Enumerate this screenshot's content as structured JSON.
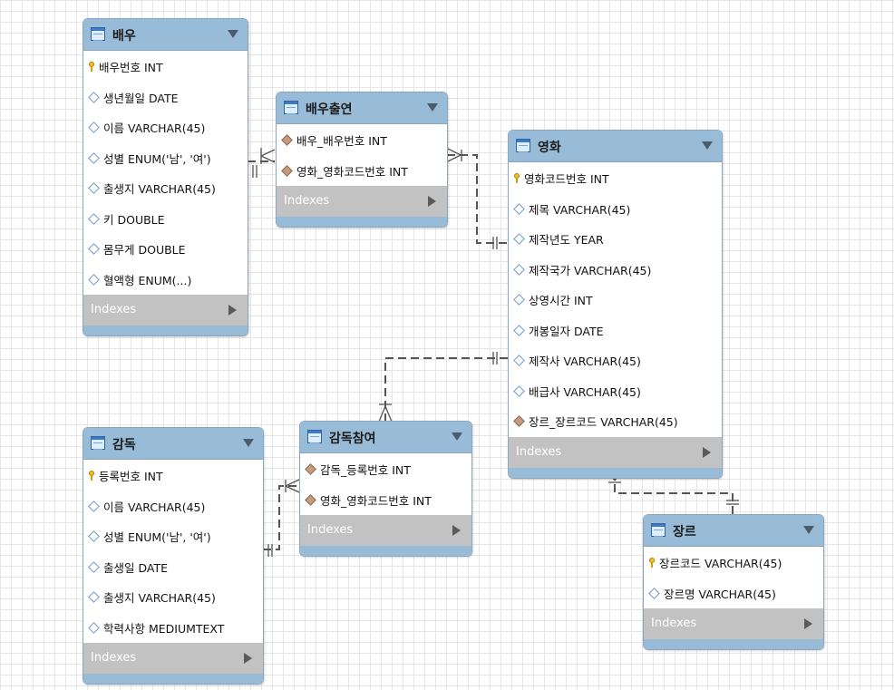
{
  "tables": {
    "actor": {
      "name": "배우",
      "columns": [
        {
          "icon": "key-icon",
          "text": "배우번호 INT"
        },
        {
          "icon": "attribute-icon",
          "text": "생년월일 DATE"
        },
        {
          "icon": "attribute-icon",
          "text": "이름 VARCHAR(45)"
        },
        {
          "icon": "attribute-icon",
          "text": "성별 ENUM('남', '여')"
        },
        {
          "icon": "attribute-icon",
          "text": "출생지 VARCHAR(45)"
        },
        {
          "icon": "attribute-icon",
          "text": "키 DOUBLE"
        },
        {
          "icon": "attribute-icon",
          "text": "몸무게 DOUBLE"
        },
        {
          "icon": "attribute-icon",
          "text": "혈액형 ENUM(...)"
        }
      ],
      "indexes_label": "Indexes"
    },
    "actor_appearance": {
      "name": "배우출연",
      "columns": [
        {
          "icon": "foreign-key-icon",
          "text": "배우_배우번호 INT"
        },
        {
          "icon": "foreign-key-icon",
          "text": "영화_영화코드번호 INT"
        }
      ],
      "indexes_label": "Indexes"
    },
    "movie": {
      "name": "영화",
      "columns": [
        {
          "icon": "key-icon",
          "text": "영화코드번호 INT"
        },
        {
          "icon": "attribute-icon",
          "text": "제목 VARCHAR(45)"
        },
        {
          "icon": "attribute-icon",
          "text": "제작년도 YEAR"
        },
        {
          "icon": "attribute-icon",
          "text": "제작국가 VARCHAR(45)"
        },
        {
          "icon": "attribute-icon",
          "text": "상영시간 INT"
        },
        {
          "icon": "attribute-icon",
          "text": "개봉일자 DATE"
        },
        {
          "icon": "attribute-icon",
          "text": "제작사 VARCHAR(45)"
        },
        {
          "icon": "attribute-icon",
          "text": "배급사 VARCHAR(45)"
        },
        {
          "icon": "foreign-key-icon",
          "text": "장르_장르코드 VARCHAR(45)"
        }
      ],
      "indexes_label": "Indexes"
    },
    "director": {
      "name": "감독",
      "columns": [
        {
          "icon": "key-icon",
          "text": "등록번호 INT"
        },
        {
          "icon": "attribute-icon",
          "text": "이름 VARCHAR(45)"
        },
        {
          "icon": "attribute-icon",
          "text": "성별 ENUM('남', '여')"
        },
        {
          "icon": "attribute-icon",
          "text": "출생일 DATE"
        },
        {
          "icon": "attribute-icon",
          "text": "출생지 VARCHAR(45)"
        },
        {
          "icon": "attribute-icon",
          "text": "학력사항 MEDIUMTEXT"
        }
      ],
      "indexes_label": "Indexes"
    },
    "director_participation": {
      "name": "감독참여",
      "columns": [
        {
          "icon": "foreign-key-icon",
          "text": "감독_등록번호 INT"
        },
        {
          "icon": "foreign-key-icon",
          "text": "영화_영화코드번호 INT"
        }
      ],
      "indexes_label": "Indexes"
    },
    "genre": {
      "name": "장르",
      "columns": [
        {
          "icon": "key-icon",
          "text": "장르코드 VARCHAR(45)"
        },
        {
          "icon": "attribute-icon",
          "text": "장르명 VARCHAR(45)"
        }
      ],
      "indexes_label": "Indexes"
    }
  }
}
